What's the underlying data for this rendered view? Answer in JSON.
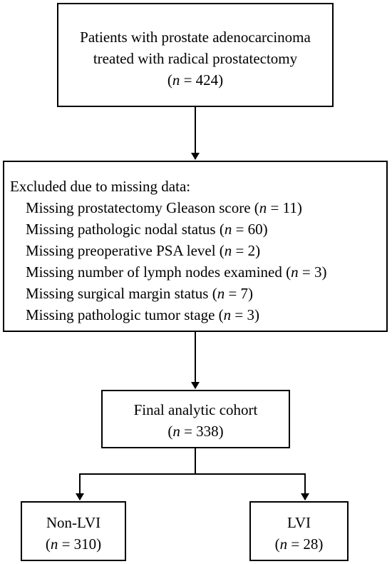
{
  "boxes": {
    "patients": {
      "line1": "Patients with prostate adenocarcinoma",
      "line2": "treated with radical prostatectomy",
      "n_var": "n",
      "n_value": " = 424"
    },
    "excluded": {
      "heading": "Excluded due to missing data:",
      "items": [
        {
          "text": "Missing prostatectomy Gleason score (",
          "n_var": "n",
          "n_value": " = 11)"
        },
        {
          "text": "Missing pathologic nodal status (",
          "n_var": "n",
          "n_value": " = 60)"
        },
        {
          "text": "Missing preoperative PSA level (",
          "n_var": "n",
          "n_value": " = 2)"
        },
        {
          "text": "Missing number of lymph nodes examined (",
          "n_var": "n",
          "n_value": " = 3)"
        },
        {
          "text": "Missing surgical margin status (",
          "n_var": "n",
          "n_value": " = 7)"
        },
        {
          "text": "Missing pathologic tumor stage (",
          "n_var": "n",
          "n_value": " = 3)"
        }
      ]
    },
    "final": {
      "line1": "Final analytic cohort",
      "n_var": "n",
      "n_value": " = 338"
    },
    "nonlvi": {
      "line1": "Non-LVI",
      "n_var": "n",
      "n_value": " = 310"
    },
    "lvi": {
      "line1": "LVI",
      "n_var": "n",
      "n_value": " = 28"
    }
  },
  "colors": {
    "stroke": "#000000",
    "background": "#ffffff"
  }
}
